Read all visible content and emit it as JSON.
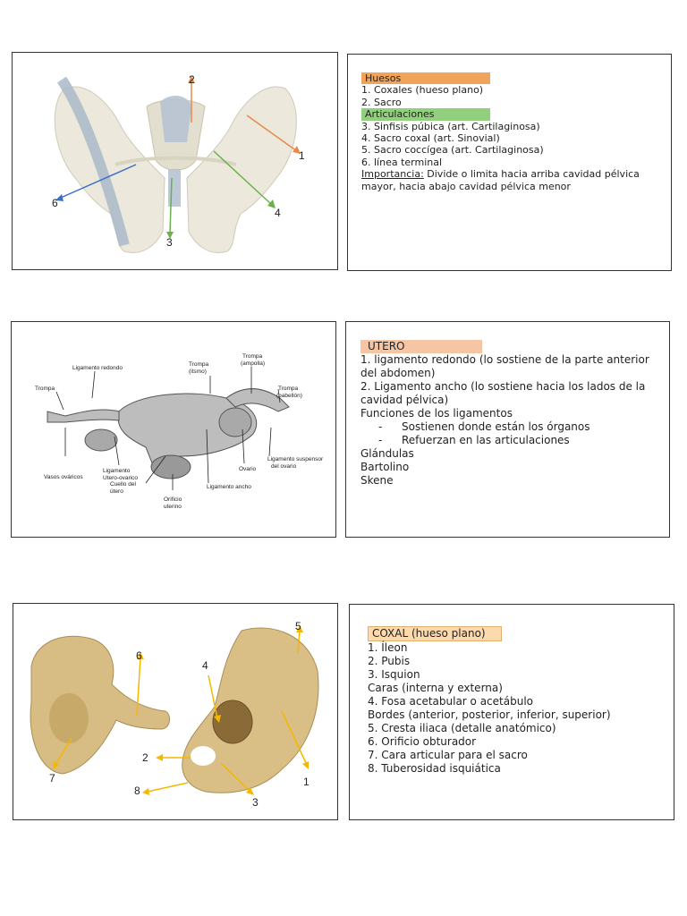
{
  "slide1": {
    "figure_labels": [
      "1",
      "2",
      "3",
      "4",
      "6"
    ],
    "heading_bones": "Huesos",
    "bones": [
      "1. Coxales (hueso plano)",
      "2. Sacro"
    ],
    "heading_joints": "Articulaciones",
    "joints": [
      "3. Sinfisis púbica (art. Cartilaginosa)",
      "4. Sacro coxal (art. Sinovial)",
      "5. Sacro coccígea (art. Cartilaginosa)",
      "6. línea terminal"
    ],
    "importance_label": "Importancia:",
    "importance_text": " Divide o limita hacia arriba cavidad pélvica mayor, hacia abajo cavidad pélvica menor"
  },
  "slide2": {
    "figure_labels": {
      "ligamento_redondo": "Ligamento redondo",
      "trompa_left": "Trompa",
      "trompa_istmo_1": "Trompa",
      "trompa_istmo_2": "(itsmo)",
      "trompa_ampolla_1": "Trompa",
      "trompa_ampolla_2": "(ampolla)",
      "trompa_pabellon_1": "Trompa",
      "trompa_pabellon_2": "(pabellón)",
      "vasos_ovaricos": "Vasos ováricos",
      "lig_utero_ovarico_1": "Ligamento",
      "lig_utero_ovarico_2": "Utero-ovarico",
      "cuello_1": "Cuello del",
      "cuello_2": "útero",
      "orificio_1": "Orificio",
      "orificio_2": "uterino",
      "lig_ancho": "Ligamento ancho",
      "ovario": "Ovario",
      "lig_suspensor_1": "Ligamento suspensor",
      "lig_suspensor_2": "del ovario"
    },
    "heading": "UTERO",
    "items": [
      "1. ligamento redondo (lo sostiene de la parte anterior del abdomen)",
      "2. Ligamento ancho (lo sostiene hacia los lados de la cavidad pélvica)",
      "Funciones de los ligamentos"
    ],
    "sub_items": [
      "Sostienen donde están los órganos",
      "Refuerzan en las articulaciones"
    ],
    "tail_items": [
      "Glándulas",
      "Bartolino",
      "Skene"
    ]
  },
  "slide3": {
    "figure_labels": [
      "1",
      "2",
      "3",
      "4",
      "5",
      "6",
      "7",
      "8"
    ],
    "heading": "COXAL (hueso plano)",
    "items": [
      "1. Íleon",
      "2. Pubis",
      "3. Isquion",
      "Caras (interna y externa)",
      "4. Fosa acetabular o acetábulo",
      "Bordes (anterior, posterior, inferior, superior)",
      "5. Cresta iliaca (detalle anatómico)",
      "6. Orificio obturador",
      "7. Cara articular para el sacro",
      "8. Tuberosidad isquiática"
    ]
  },
  "colors": {
    "orange_highlight": "#f0a35a",
    "green_highlight": "#92d07e",
    "peach_highlight": "#f6c6a4",
    "arrow_orange": "#e8894a",
    "arrow_green": "#6ab04c",
    "arrow_blue": "#3b6fc9",
    "arrow_gold": "#f5b800"
  }
}
